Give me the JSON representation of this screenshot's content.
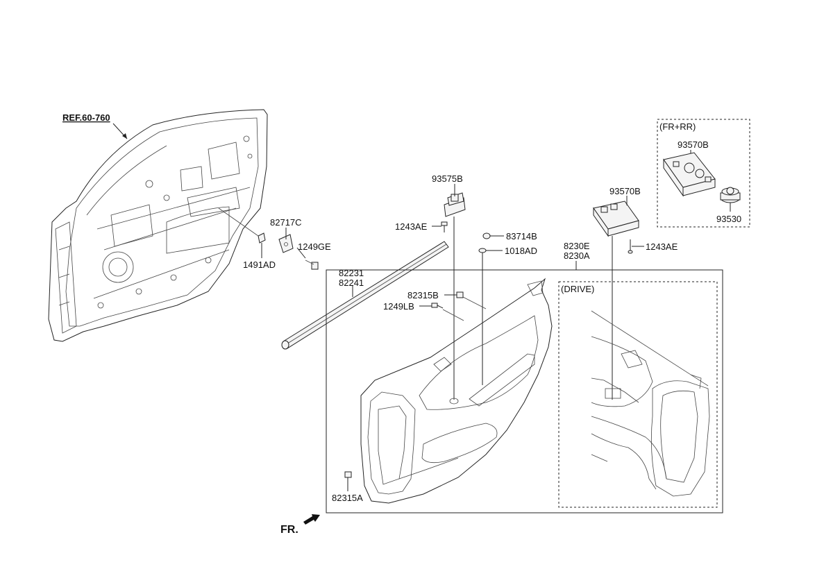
{
  "diagram": {
    "ref_label": "REF.60-760",
    "fr_label": "FR.",
    "labels": {
      "l82717C": "82717C",
      "l1249GE": "1249GE",
      "l1491AD": "1491AD",
      "l82231": "82231",
      "l82241": "82241",
      "l93575B": "93575B",
      "l1243AE_a": "1243AE",
      "l83714B": "83714B",
      "l1018AD": "1018AD",
      "l8230E": "8230E",
      "l8230A": "8230A",
      "l93570B_main": "93570B",
      "l1243AE_b": "1243AE",
      "l82315B": "82315B",
      "l1249LB": "1249LB",
      "l82315A": "82315A",
      "l93570B_box": "93570B",
      "l93530": "93530"
    },
    "box_titles": {
      "fr_rr": "(FR+RR)",
      "drive": "(DRIVE)"
    }
  }
}
